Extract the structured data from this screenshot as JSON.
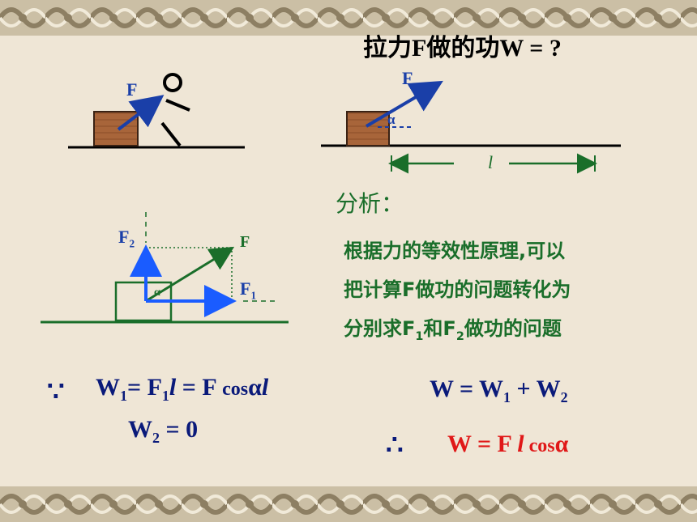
{
  "title": "拉力F做的功W = ?",
  "figure1": {
    "force_label": "F"
  },
  "figure2": {
    "force_label": "F",
    "angle_label": "α",
    "distance_label": "l"
  },
  "figure3": {
    "f2_label": "F",
    "f2_sub": "2",
    "f_label": "F",
    "f1_label": "F",
    "f1_sub": "1",
    "angle_label": "α"
  },
  "analysis": {
    "heading": "分析：",
    "line1": "根据力的等效性原理,可以",
    "line2": "把计算F做功的问题转化为",
    "line3_a": "分别求F",
    "line3_b": "1",
    "line3_c": "和F",
    "line3_d": "2",
    "line3_e": "做功的问题"
  },
  "equations": {
    "because": "∵",
    "w1_a": "W",
    "w1_b": "1",
    "w1_c": "= F",
    "w1_d": "1",
    "w1_e": "l",
    "w1_f": " = F ",
    "w1_g": "cos",
    "w1_h": "α",
    "w1_i": "l",
    "w2_a": "W",
    "w2_b": "2",
    "w2_c": " = 0",
    "sum_a": "W = W",
    "sum_b": "1",
    "sum_c": " + W",
    "sum_d": "2",
    "therefore": "∴",
    "result_a": "W = F ",
    "result_b": "l",
    "result_c": " cos",
    "result_d": "α"
  },
  "colors": {
    "force_arrow": "#1a3fa8",
    "component_arrow": "#1a5cff",
    "result": "#e01818",
    "analysis_text": "#1a6e2a",
    "equation_text": "#0a1a7a",
    "block_fill": "#a8653a"
  }
}
